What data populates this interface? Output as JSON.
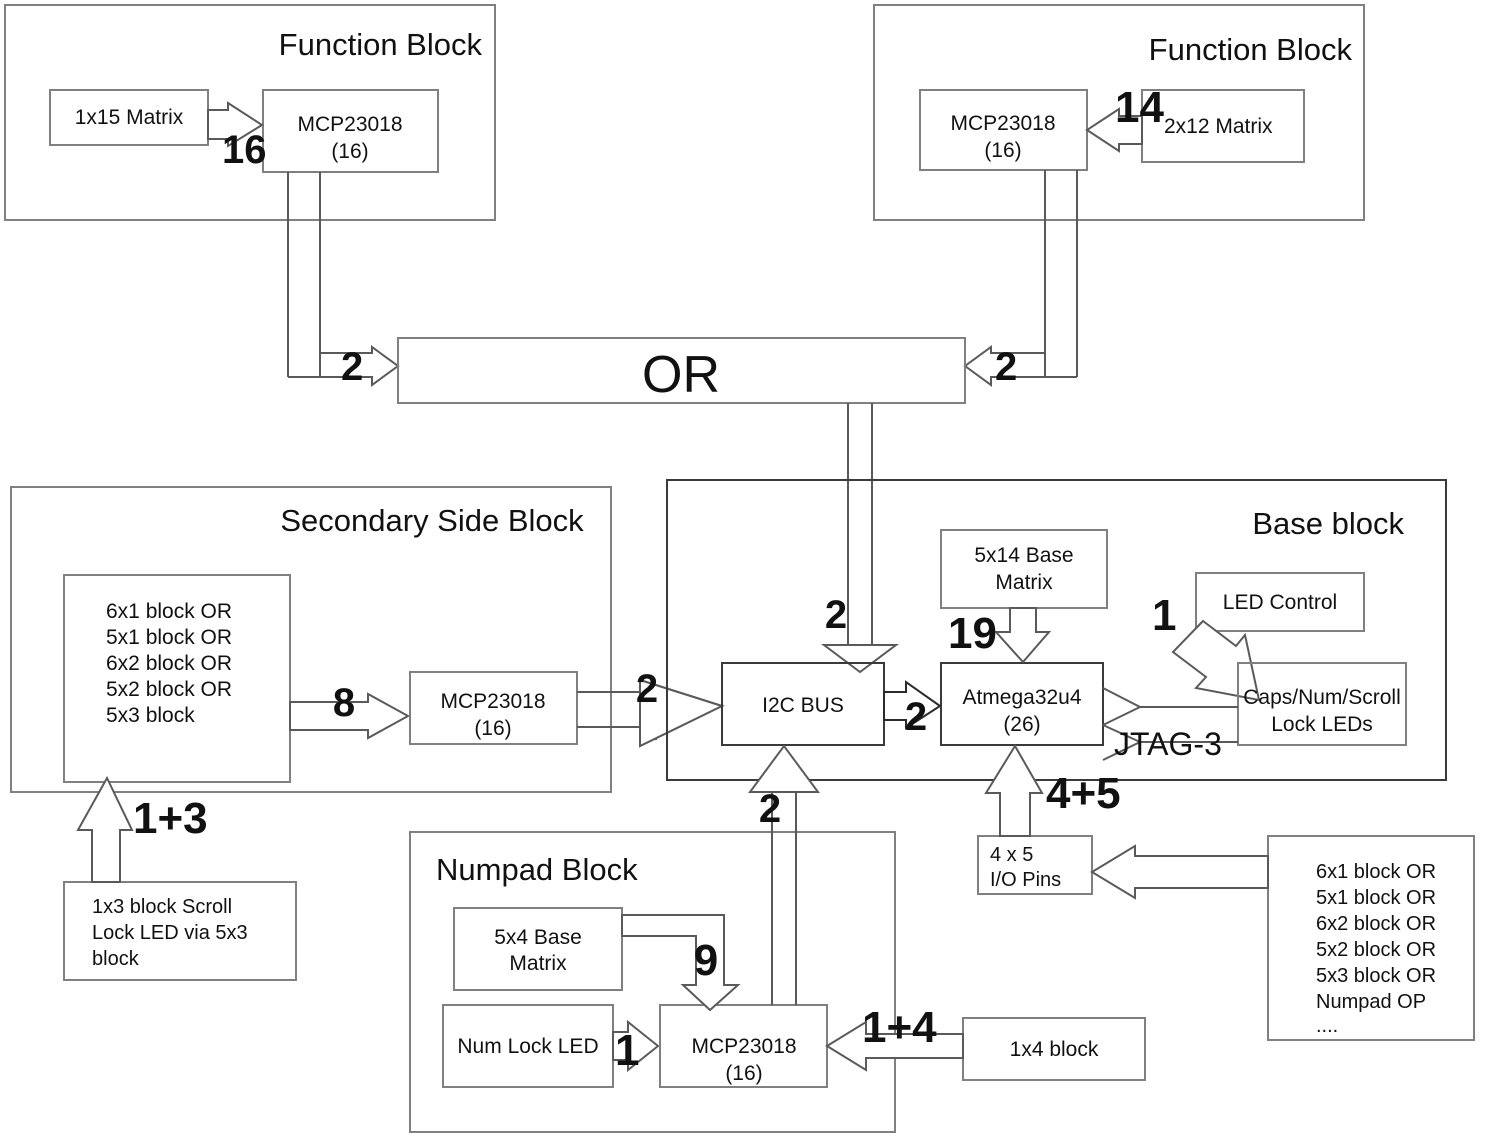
{
  "diagram": {
    "title_hidden": "",
    "containers": [
      {
        "id": "function-block-left",
        "label": "Function Block"
      },
      {
        "id": "function-block-right",
        "label": "Function Block"
      },
      {
        "id": "secondary-side-block",
        "label": "Secondary Side Block"
      },
      {
        "id": "base-block",
        "label": "Base block"
      },
      {
        "id": "numpad-block",
        "label": "Numpad Block"
      }
    ],
    "nodes": {
      "matrix_1x15": "1x15 Matrix",
      "mcp_left_line1": "MCP23018",
      "mcp_left_line2": "(16)",
      "mcp_right_line1": "MCP23018",
      "mcp_right_line2": "(16)",
      "matrix_2x12": "2x12 Matrix",
      "or_gate": "OR",
      "secondary_list": [
        "6x1 block OR",
        "5x1 block OR",
        "6x2 block OR",
        "5x2 block OR",
        "5x3 block"
      ],
      "mcp_secondary_line1": "MCP23018",
      "mcp_secondary_line2": "(16)",
      "scroll_lock_note": [
        "1x3 block Scroll",
        "Lock LED via 5x3",
        "block"
      ],
      "i2c_bus": "I2C BUS",
      "atmega_line1": "Atmega32u4",
      "atmega_line2": "(26)",
      "base_matrix_line1": "5x14 Base",
      "base_matrix_line2": "Matrix",
      "led_control": "LED Control",
      "lock_leds_line1": "Caps/Num/Scroll",
      "lock_leds_line2": "Lock LEDs",
      "io_pins_line1": "4 x 5",
      "io_pins_line2": "I/O Pins",
      "numpad_matrix_line1": "5x4 Base",
      "numpad_matrix_line2": "Matrix",
      "num_lock_led": "Num Lock LED",
      "mcp_numpad_line1": "MCP23018",
      "mcp_numpad_line2": "(16)",
      "block_1x4": "1x4 block",
      "right_list": [
        "6x1 block OR",
        "5x1 block OR",
        "6x2 block OR",
        "5x2 block OR",
        "5x3 block OR",
        "Numpad OP",
        "...."
      ]
    },
    "edge_labels": {
      "matrix15_to_mcp": "16",
      "matrix12_to_mcp": "14",
      "mcp_left_to_or": "2",
      "mcp_right_to_or": "2",
      "secondary_list_to_mcp": "8",
      "mcp_secondary_to_i2c": "2",
      "or_to_i2c": "2",
      "i2c_to_atmega": "2",
      "numpad_to_i2c": "2",
      "base_matrix_to_atmega": "19",
      "led_control_to_atmega": "1",
      "jtag": "JTAG-3",
      "io_pins_to_atmega": "4+5",
      "scroll_note_to_list": "1+3",
      "numpad_matrix_to_mcp": "9",
      "numlock_to_mcp": "1",
      "block1x4_to_mcp": "1+4"
    },
    "colors": {
      "stroke_light": "#808080",
      "stroke_dark": "#2b2b2b",
      "background": "#ffffff",
      "text": "#111111"
    }
  }
}
